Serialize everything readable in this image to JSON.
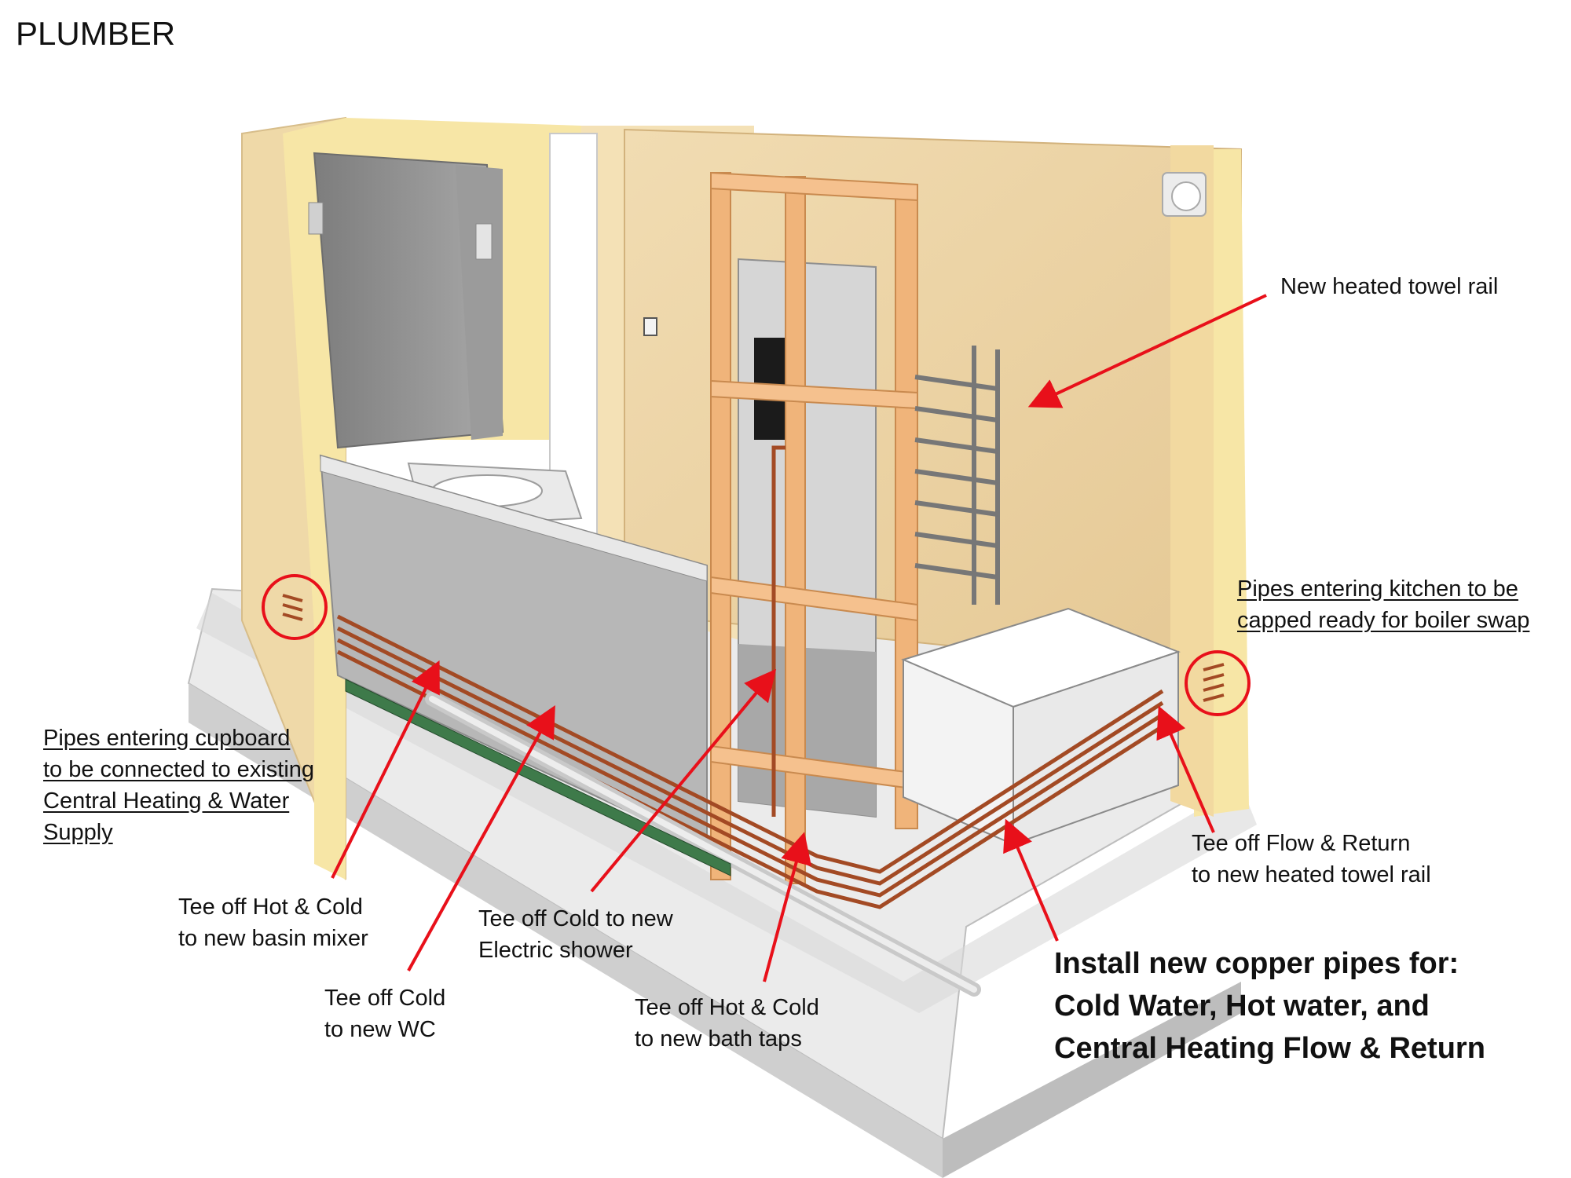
{
  "page": {
    "title": "PLUMBER"
  },
  "colors": {
    "annotation_arrow": "#e8101a",
    "copper_pipe": "#a34a24",
    "timber_frame": "#eeae72",
    "wall_face": "#ecd3a4",
    "wall_edge": "#f7e6a6",
    "floor_slab": "#dcdcdc"
  },
  "annotations": {
    "towel_rail": "New heated towel rail",
    "kitchen_pipes": [
      "Pipes entering kitchen to be",
      "capped ready for boiler swap"
    ],
    "cupboard_pipes": [
      "Pipes entering cupboard",
      "to be connected to existing",
      "Central Heating & Water",
      "Supply"
    ],
    "flow_return": [
      "Tee off Flow & Return",
      "to new heated towel rail"
    ],
    "basin": [
      "Tee off Hot & Cold",
      "to new basin mixer"
    ],
    "wc": [
      "Tee off Cold",
      "to new WC"
    ],
    "shower": [
      "Tee off Cold to new",
      "Electric shower"
    ],
    "bath": [
      "Tee off Hot & Cold",
      "to new bath taps"
    ],
    "main_note": [
      "Install new copper pipes for:",
      "Cold Water, Hot water, and",
      "Central Heating Flow & Return"
    ]
  }
}
